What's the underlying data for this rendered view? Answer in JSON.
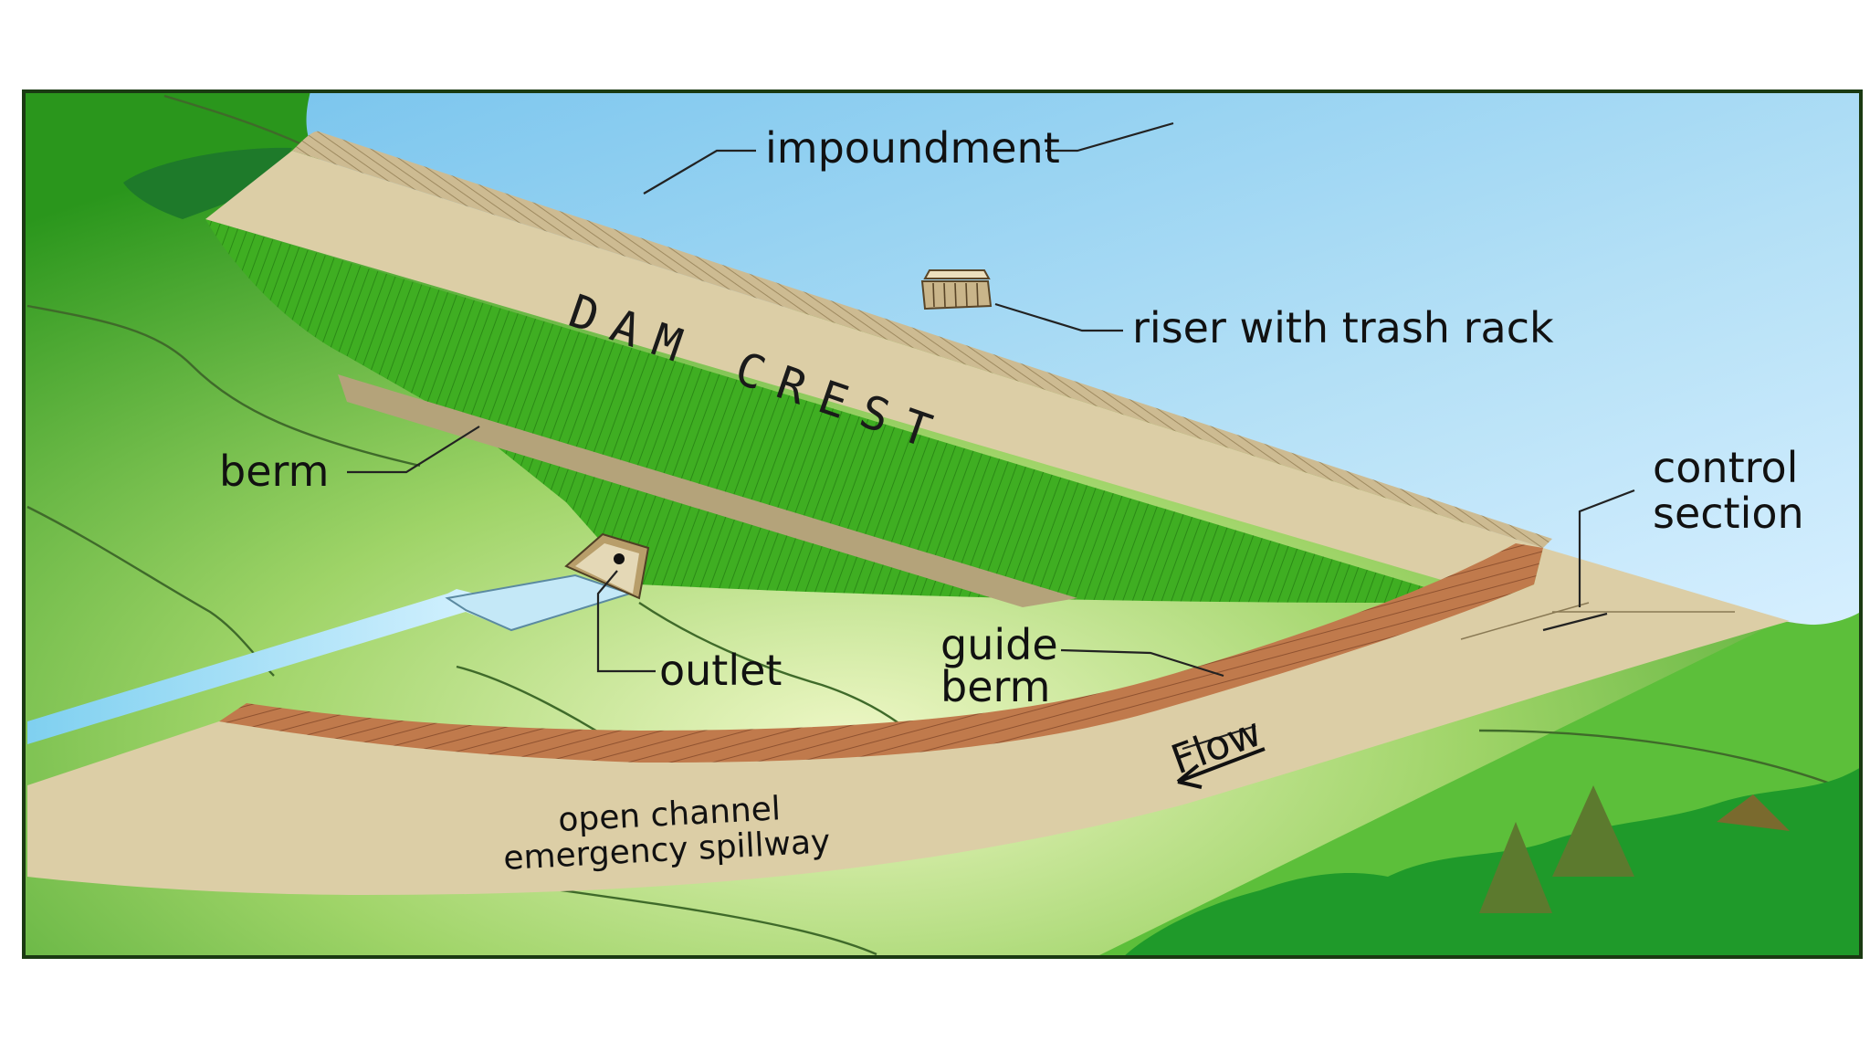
{
  "labels": {
    "impoundment": "impoundment",
    "riser": "riser with trash rack",
    "dam_crest": "DAM CREST",
    "berm": "berm",
    "control_line1": "control",
    "control_line2": "section",
    "outlet": "outlet",
    "guide_line1": "guide",
    "guide_line2": "berm",
    "flow": "Flow",
    "spillway_line1": "open channel",
    "spillway_line2": "emergency spillway"
  },
  "colors": {
    "water": "#9fd6f2",
    "grass_dark": "#2f9e1e",
    "grass_light": "#d9efb0",
    "dam_face": "#3fae22",
    "crest_tan": "#d6c7a0",
    "berm_brown": "#b8744a"
  }
}
